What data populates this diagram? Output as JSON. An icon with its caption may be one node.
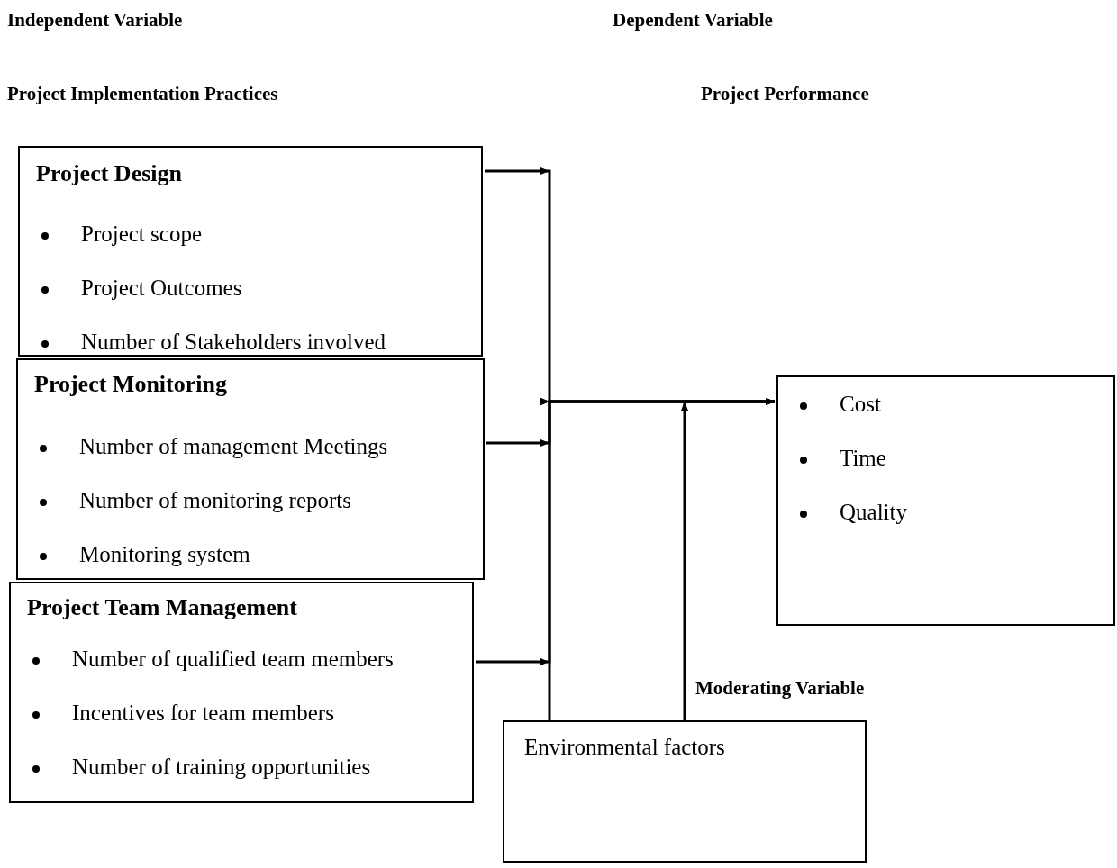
{
  "diagram": {
    "nodes": [
      {
        "text": [
          "Project Design",
          "Project scope",
          "Project Outcomes",
          "Number of Stakeholders involved"
        ]
      },
      {
        "text": [
          "Project Monitoring",
          "Number of management Meetings",
          "Number of monitoring reports",
          "Monitoring system"
        ]
      },
      {
        "text": [
          "Project Team Management",
          "Number of qualified team members",
          "Incentives for team members",
          "Number of training opportunities"
        ]
      },
      {
        "text": [
          "Cost",
          "Time",
          "Quality"
        ]
      },
      {
        "text": [
          "Environmental factors"
        ]
      }
    ],
    "edges": [
      {
        "from": 0,
        "to": 3,
        "arrow": "to"
      },
      {
        "from": 1,
        "to": 3,
        "arrow": "to"
      },
      {
        "from": 2,
        "to": 3,
        "arrow": "to"
      },
      {
        "from": 4,
        "to": 3,
        "arrow": "to"
      },
      {
        "from": 4,
        "to": 3,
        "arrow": "to"
      }
    ],
    "labels": [
      "Independent Variable",
      "Dependent Variable",
      "Project Implementation Practices",
      "Project Performance",
      "Moderating Variable"
    ]
  }
}
